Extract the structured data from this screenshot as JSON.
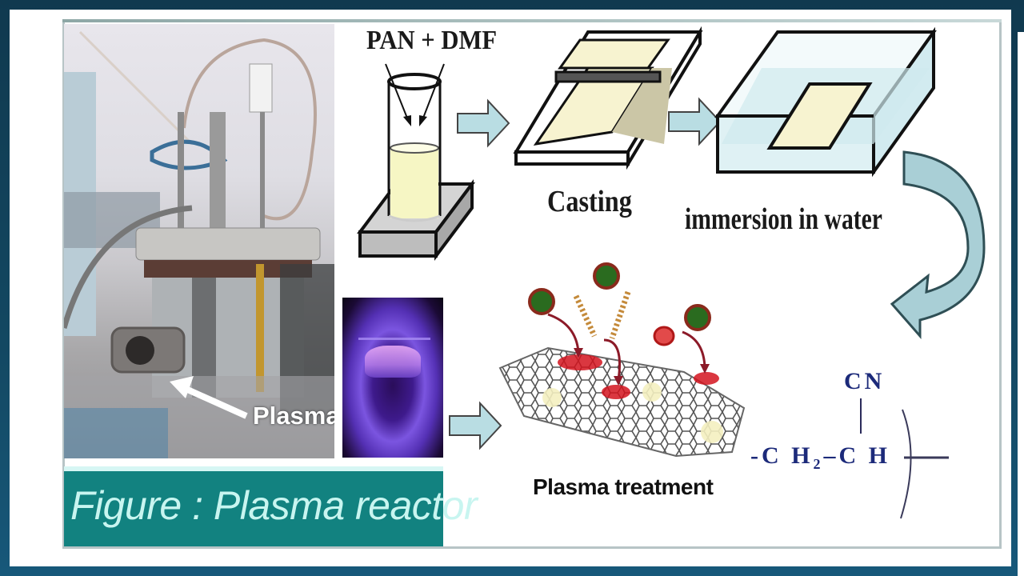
{
  "figure": {
    "caption": "Figure : Plasma reactor",
    "photo_label": "Plasma"
  },
  "process": {
    "step_1_label": "PAN + DMF",
    "step_2_label": "Casting",
    "step_3_label": "immersion in water",
    "step_4_label": "Plasma treatment"
  },
  "chemistry": {
    "substituent": "CN",
    "chain_left": "-C H",
    "subscript": "2",
    "bond": "–",
    "chain_right": "C H"
  },
  "colors": {
    "background": "#134862",
    "caption_bar": "#128280",
    "caption_text": "#c8f5f0",
    "arrow_fill": "#b9dde3",
    "chemistry_text": "#1c2a7a",
    "film_fill": "#f7f3d0"
  }
}
